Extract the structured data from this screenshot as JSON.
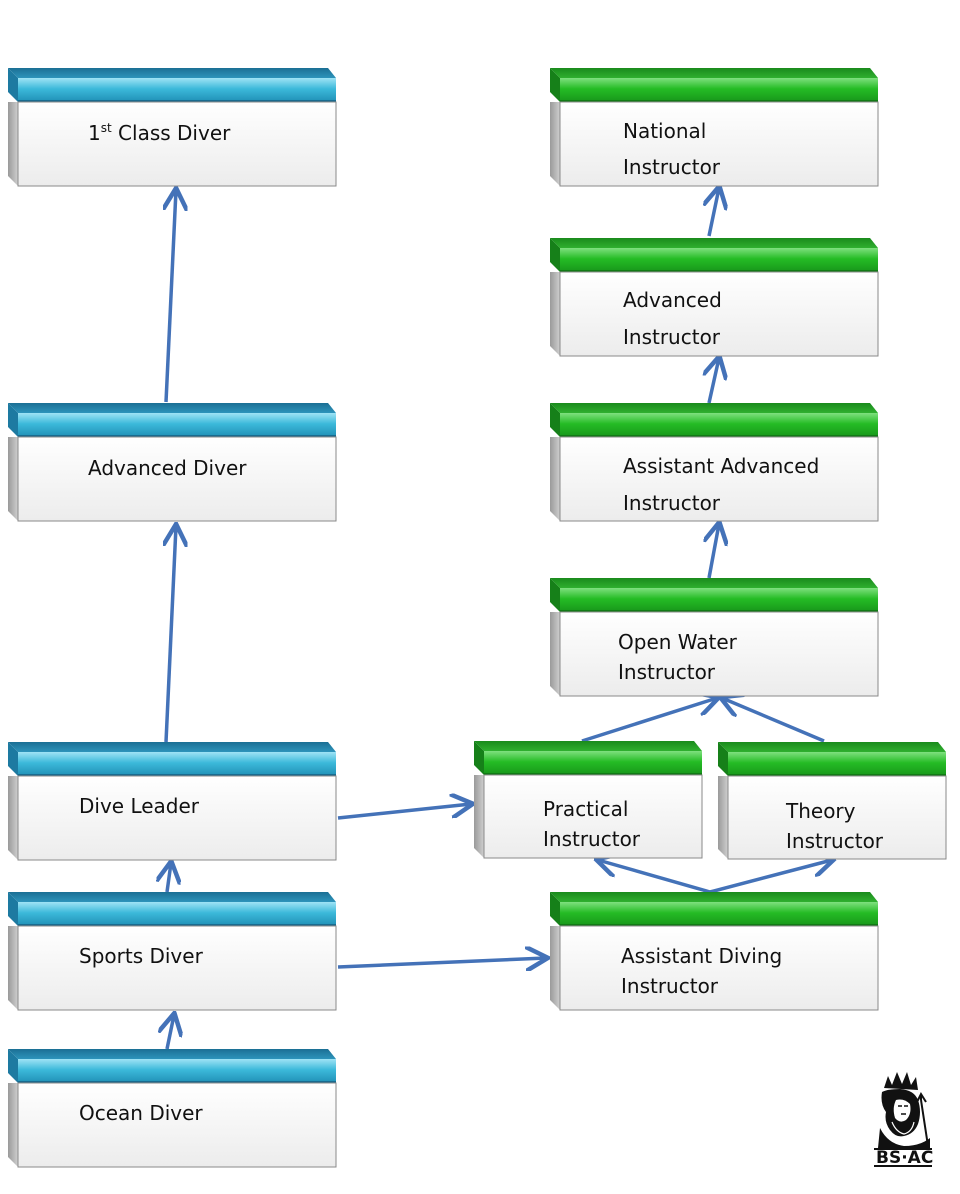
{
  "colors": {
    "diver_header": "#3fb8d8",
    "instructor_header": "#22b522",
    "arrow": "#4472b8",
    "body_fill": "#f7f7f7"
  },
  "nodes": {
    "first_class_diver": {
      "prefix": "1",
      "sup": "st",
      "rest": " Class Diver"
    },
    "advanced_diver": {
      "line1": "Advanced Diver"
    },
    "dive_leader": {
      "line1": "Dive Leader"
    },
    "sports_diver": {
      "line1": "Sports Diver"
    },
    "ocean_diver": {
      "line1": "Ocean Diver"
    },
    "national_instructor": {
      "line1": "National",
      "line2": "Instructor"
    },
    "advanced_instructor": {
      "line1": "Advanced",
      "line2": "Instructor"
    },
    "assistant_advanced_instructor": {
      "line1": "Assistant Advanced",
      "line2": "Instructor"
    },
    "open_water_instructor": {
      "line1": "Open Water",
      "line2": "Instructor"
    },
    "practical_instructor": {
      "line1": "Practical",
      "line2": "Instructor"
    },
    "theory_instructor": {
      "line1": "Theory",
      "line2": "Instructor"
    },
    "assistant_diving_instructor": {
      "line1": "Assistant Diving",
      "line2": "Instructor"
    }
  },
  "logo": {
    "text": "BS·AC"
  }
}
